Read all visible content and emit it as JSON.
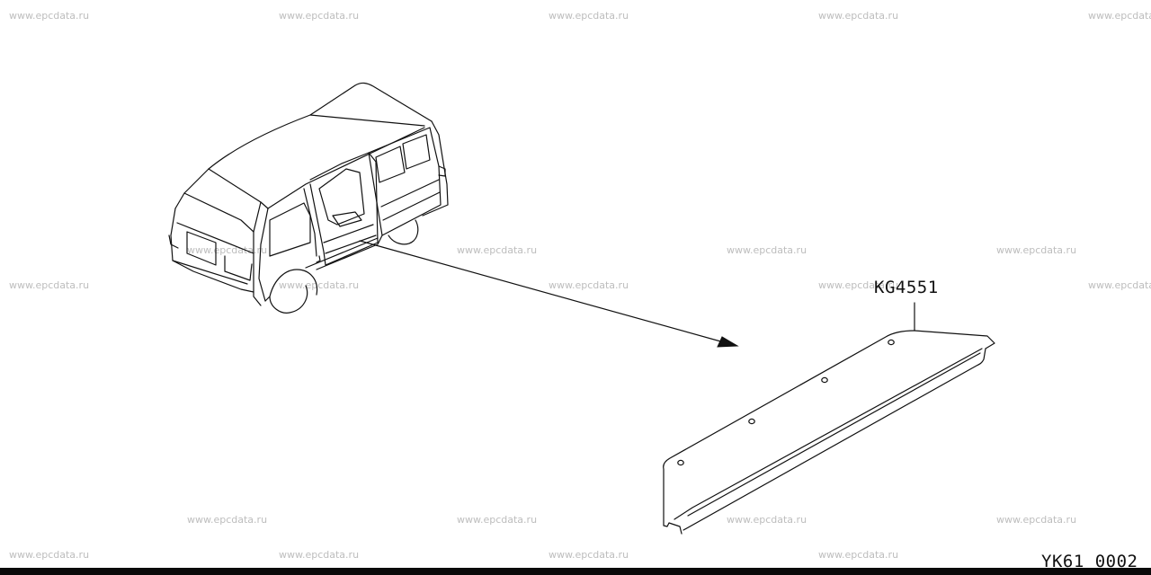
{
  "watermark_text": "www.epcdata.ru",
  "part_number": "KG4551",
  "diagram_code": "YK61  0002"
}
